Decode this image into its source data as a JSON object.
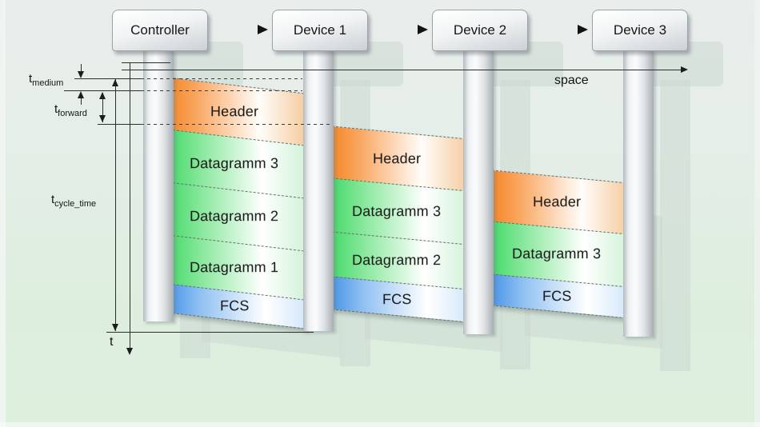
{
  "nodes": [
    "Controller",
    "Device 1",
    "Device 2",
    "Device 3"
  ],
  "axes": {
    "space_label": "space",
    "time_label": "t"
  },
  "timings": {
    "medium": {
      "base": "t",
      "sub": "medium"
    },
    "forward": {
      "base": "t",
      "sub": "forward"
    },
    "cycle": {
      "base": "t",
      "sub": "cycle_time"
    }
  },
  "frames": [
    {
      "name": "frame-1",
      "bands": [
        {
          "kind": "header",
          "label": "Header"
        },
        {
          "kind": "datagram",
          "label": "Datagramm 3"
        },
        {
          "kind": "datagram",
          "label": "Datagramm 2"
        },
        {
          "kind": "datagram",
          "label": "Datagramm 1"
        },
        {
          "kind": "fcs",
          "label": "FCS"
        }
      ]
    },
    {
      "name": "frame-2",
      "bands": [
        {
          "kind": "header",
          "label": "Header"
        },
        {
          "kind": "datagram",
          "label": "Datagramm 3"
        },
        {
          "kind": "datagram",
          "label": "Datagramm 2"
        },
        {
          "kind": "fcs",
          "label": "FCS"
        }
      ]
    },
    {
      "name": "frame-3",
      "bands": [
        {
          "kind": "header",
          "label": "Header"
        },
        {
          "kind": "datagram",
          "label": "Datagramm 3"
        },
        {
          "kind": "fcs",
          "label": "FCS"
        }
      ]
    }
  ],
  "colors": {
    "header_orange": "#f5821f",
    "datagram_green": "#3ed763",
    "fcs_blue": "#4190e6",
    "annotation": "#2d2d2d"
  },
  "icons": {
    "flow_arrow": "right-triangle-arrow"
  }
}
